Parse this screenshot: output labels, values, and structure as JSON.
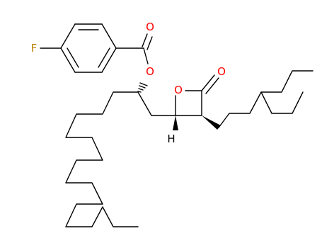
{
  "atoms": {
    "fluorine": {
      "symbol": "F",
      "color": "#b8860b"
    },
    "ester_carbonyl_oxygen": {
      "symbol": "O",
      "color": "#ff0000"
    },
    "ester_oxygen": {
      "symbol": "O",
      "color": "#ff0000"
    },
    "ring_oxygen": {
      "symbol": "O",
      "color": "#ff0000"
    },
    "lactone_carbonyl_oxygen": {
      "symbol": "O",
      "color": "#ff0000"
    },
    "ring_hydrogen": {
      "symbol": "H",
      "color": "#000000"
    }
  },
  "colors": {
    "bond": "#000000",
    "heteroatom_oxygen": "#ff0000",
    "heteroatom_fluorine": "#b8860b",
    "background": "#ffffff"
  }
}
